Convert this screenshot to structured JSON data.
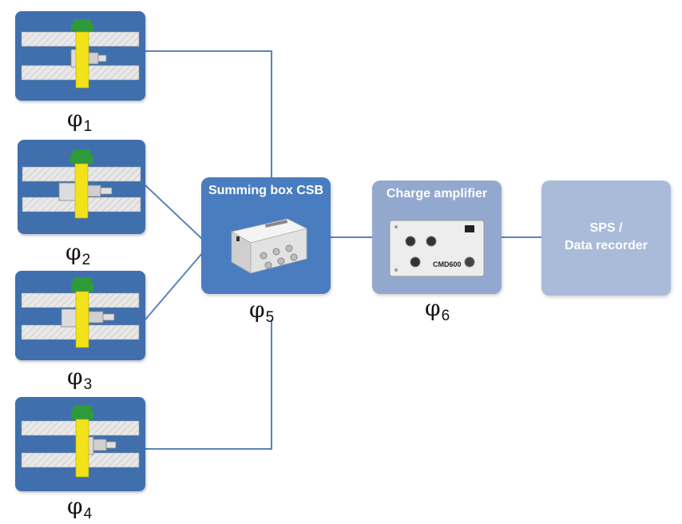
{
  "sensors": [
    {
      "symbol": "φ",
      "index": "1"
    },
    {
      "symbol": "φ",
      "index": "2"
    },
    {
      "symbol": "φ",
      "index": "3"
    },
    {
      "symbol": "φ",
      "index": "4"
    }
  ],
  "summing_box": {
    "title": "Summing box CSB",
    "symbol": "φ",
    "index": "5"
  },
  "charge_amplifier": {
    "title": "Charge amplifier",
    "symbol": "φ",
    "index": "6",
    "device_text": "CMD600"
  },
  "recorder": {
    "line1": "SPS /",
    "line2": "Data recorder"
  },
  "colors": {
    "sensor_bg": "#3f6fad",
    "summing_bg": "#4a7dbf",
    "amplifier_bg": "#93a8cf",
    "recorder_bg": "#a9bbd9",
    "bolt": "#f2e21a",
    "nut": "#2e9a3a",
    "line": "#5a84bd"
  }
}
